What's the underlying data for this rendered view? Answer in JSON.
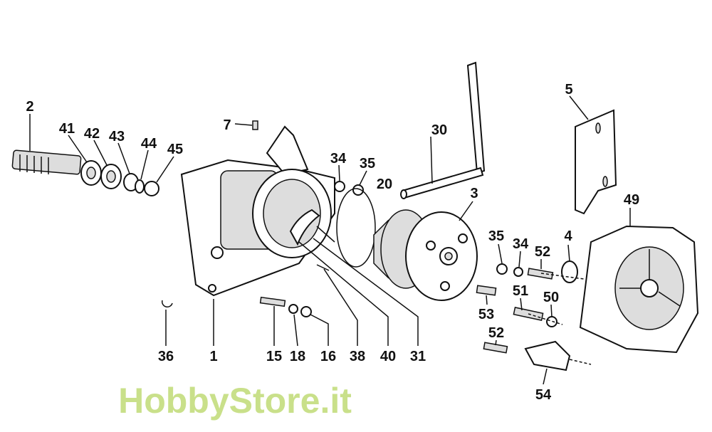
{
  "watermark": "HobbyStore.it",
  "labels": {
    "p2": "2",
    "p41": "41",
    "p42": "42",
    "p43": "43",
    "p44": "44",
    "p45": "45",
    "p7": "7",
    "p34a": "34",
    "p35a": "35",
    "p20": "20",
    "p30": "30",
    "p3": "3",
    "p5": "5",
    "p49": "49",
    "p35b": "35",
    "p34b": "34",
    "p52a": "52",
    "p4": "4",
    "p51": "51",
    "p50": "50",
    "p53": "53",
    "p52b": "52",
    "p54": "54",
    "p36": "36",
    "p1": "1",
    "p15": "15",
    "p18": "18",
    "p16": "16",
    "p38": "38",
    "p40": "40",
    "p31": "31"
  }
}
